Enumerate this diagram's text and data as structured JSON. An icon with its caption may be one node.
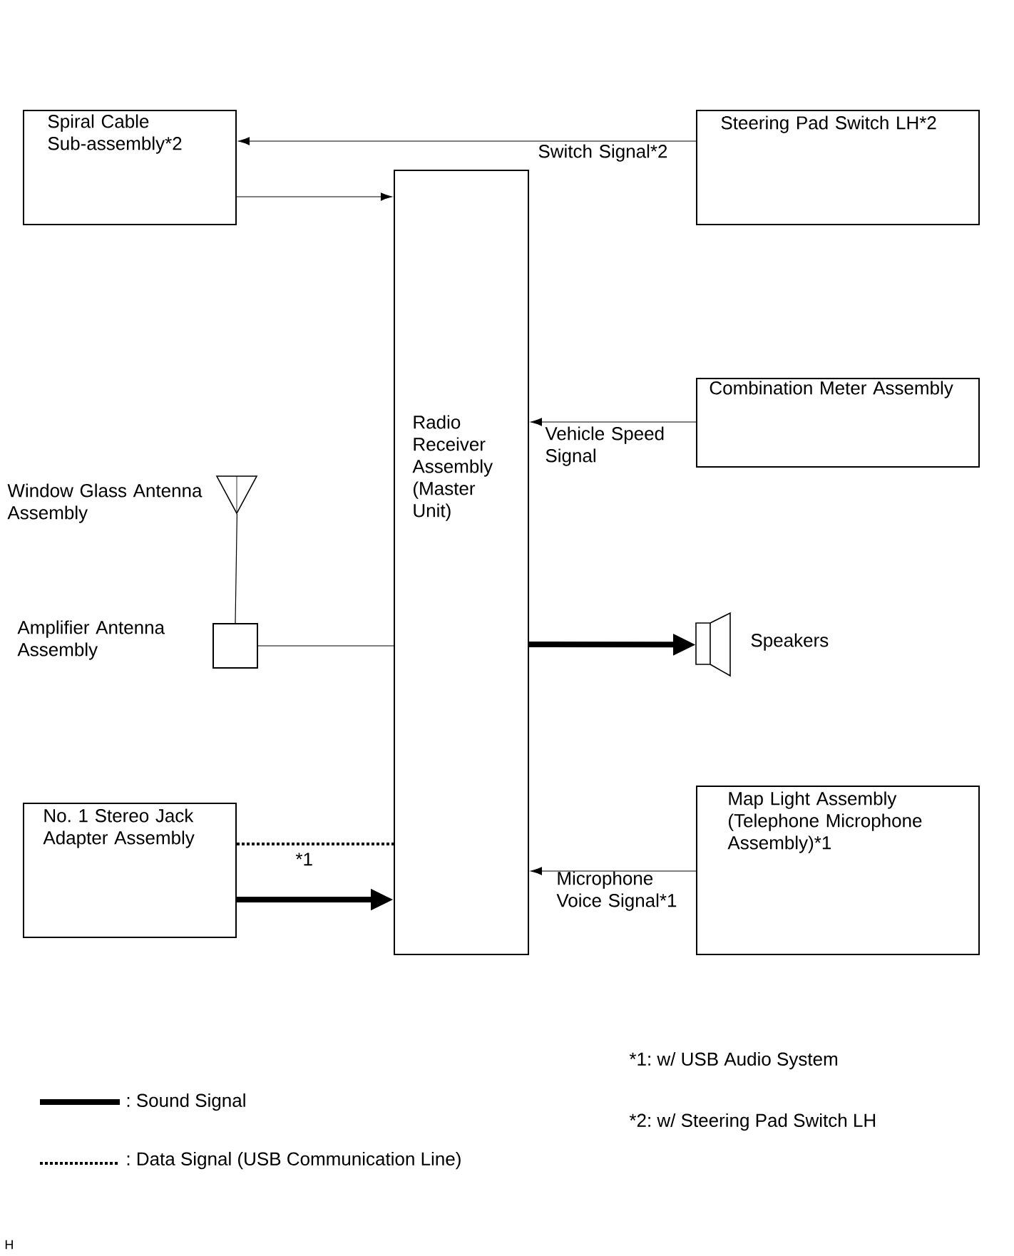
{
  "diagram": {
    "nodes": [
      {
        "text": [
          "Spiral Cable Sub-assembly*2"
        ]
      },
      {
        "text": [
          "Radio Receiver Assembly (Master Unit)"
        ]
      },
      {
        "text": [
          "Steering Pad Switch LH*2"
        ]
      },
      {
        "text": [
          "Combination Meter Assembly"
        ]
      },
      {
        "text": [
          "Window Glass Antenna Assembly"
        ]
      },
      {
        "text": [
          "Amplifier Antenna Assembly"
        ]
      },
      {
        "text": [
          "Speakers"
        ]
      },
      {
        "text": [
          "No. 1 Stereo Jack Adapter Assembly"
        ]
      },
      {
        "text": [
          "Map Light Assembly (Telephone Microphone Assembly)*1"
        ]
      }
    ],
    "edges": [
      {
        "from": 2,
        "to": 0,
        "arrow": "to",
        "label": "Switch Signal*2"
      },
      {
        "from": 0,
        "to": 1,
        "arrow": "to"
      },
      {
        "from": 3,
        "to": 1,
        "arrow": "to",
        "label": "Vehicle Speed Signal"
      },
      {
        "from": 4,
        "to": 5,
        "arrow": "none"
      },
      {
        "from": 5,
        "to": 1,
        "arrow": "none"
      },
      {
        "from": 1,
        "to": 6,
        "arrow": "to",
        "style": "thick"
      },
      {
        "from": 7,
        "to": 1,
        "arrow": "none",
        "style": "dashed",
        "label": "*1"
      },
      {
        "from": 7,
        "to": 1,
        "arrow": "to",
        "style": "thick"
      },
      {
        "from": 8,
        "to": 1,
        "arrow": "to",
        "label": "Microphone Voice Signal*1"
      }
    ],
    "labels": [
      "*1: w/ USB Audio System",
      "*2: w/ Steering Pad Switch LH",
      "H"
    ],
    "legend": [
      {
        "text": ": Sound Signal"
      },
      {
        "text": ": Data Signal (USB Communication Line)"
      }
    ]
  }
}
